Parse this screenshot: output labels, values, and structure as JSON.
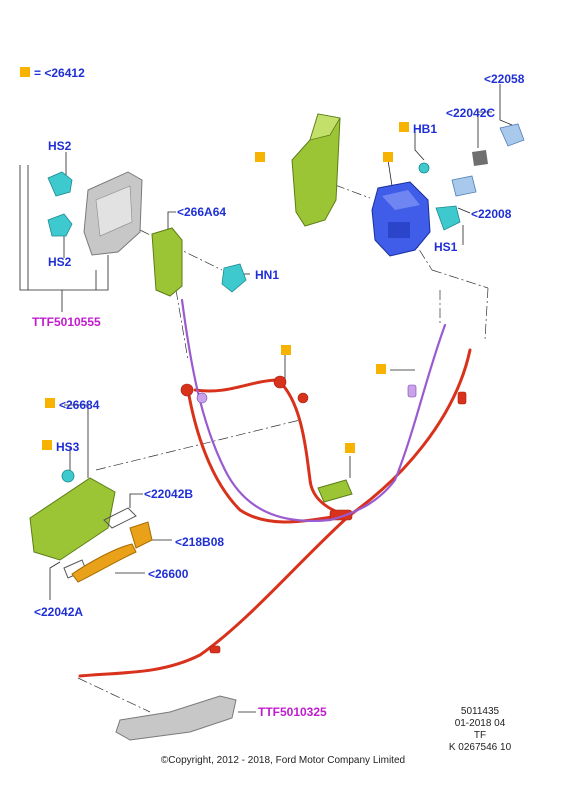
{
  "legend": {
    "swatch_color": "#f7b300",
    "equals": "=",
    "ref": "<26412"
  },
  "callouts": {
    "c22058": "<22058",
    "c22042c": "<22042C",
    "hb1": "HB1",
    "c22008": "<22008",
    "hs1": "HS1",
    "hs2_top": "HS2",
    "hs2_bottom": "HS2",
    "c266a64": "<266A64",
    "hn1": "HN1",
    "ttf5010555": "TTF5010555",
    "c26684": "<26684",
    "hs3": "HS3",
    "c22042b": "<22042B",
    "c218b08": "<218B08",
    "c26600": "<26600",
    "c22042a": "<22042A",
    "ttf5010325": "TTF5010325"
  },
  "doc_info": {
    "number": "5011435",
    "date": "01-2018 04",
    "code": "TF",
    "ref": "K 0267546 10"
  },
  "copyright": "©Copyright, 2012 - 2018, Ford Motor Company Limited",
  "colors": {
    "label_blue": "#1f2fd6",
    "label_magenta": "#c01ccd",
    "marker_orange": "#f7b300",
    "cable_red": "#d8321c",
    "cable_purple": "#9a5ad0",
    "part_green": "#9cc536",
    "latch_blue": "#3f5de8",
    "clip_cyan": "#3ec9cf",
    "handle_orange": "#e9a11a",
    "grey_part": "#c7c7c7"
  }
}
